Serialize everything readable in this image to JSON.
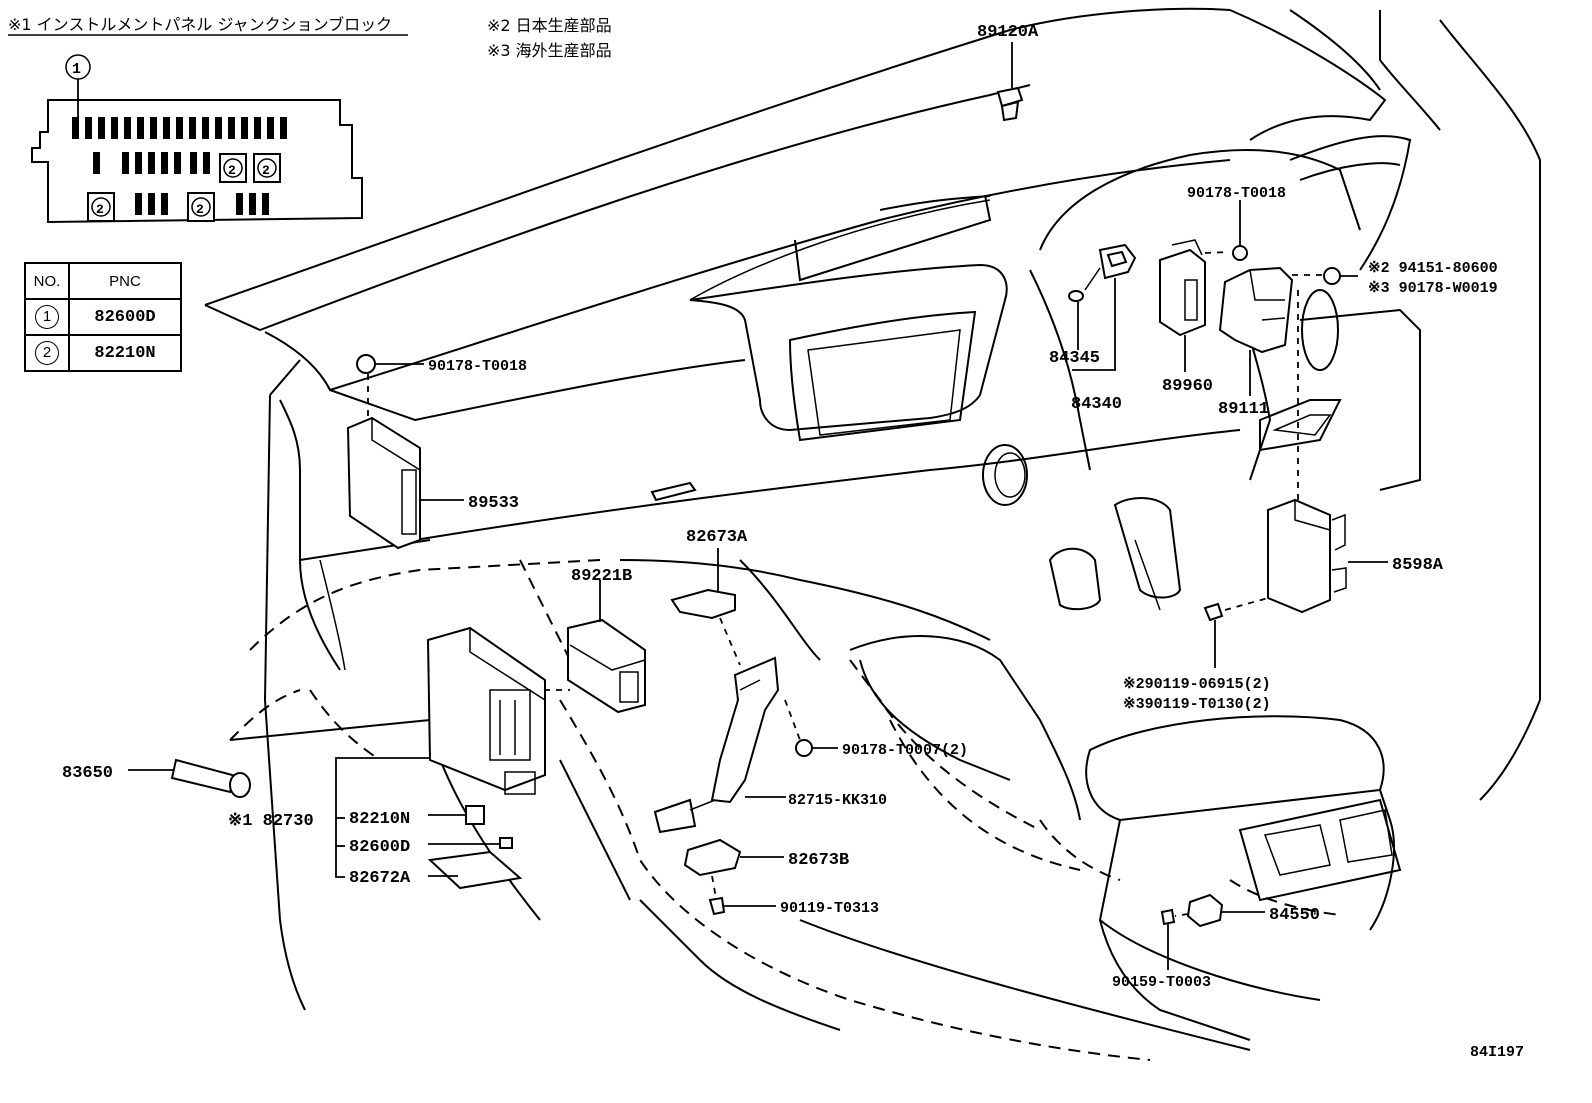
{
  "notes": {
    "note1": "※1 インストルメントパネル ジャンクションブロック",
    "note2": "※2 日本生産部品",
    "note3": "※3 海外生産部品"
  },
  "junction_block": {
    "callout": "1",
    "marker": "2"
  },
  "pnc_table": {
    "headers": [
      "NO.",
      "PNC"
    ],
    "rows": [
      {
        "no": "1",
        "pnc": "82600D"
      },
      {
        "no": "2",
        "pnc": "82210N"
      }
    ]
  },
  "labels": {
    "l89120A": "89120A",
    "l90178T0018_top": "90178-T0018",
    "l94151": "※2 94151-80600",
    "l90178W0019": "※3 90178-W0019",
    "l90178T0018_left": "90178-T0018",
    "l84345": "84345",
    "l84340": "84340",
    "l89960": "89960",
    "l89111": "89111",
    "l89533": "89533",
    "l82673A": "82673A",
    "l89221B": "89221B",
    "l8598A": "8598A",
    "l90119_06915": "※290119-06915(2)",
    "l90119_T0130": "※390119-T0130(2)",
    "l90178T0007": "90178-T0007(2)",
    "l83650": "83650",
    "l82730": "※1 82730",
    "l82210N": "82210N",
    "l82600D": "82600D",
    "l82672A": "82672A",
    "l82715": "82715-KK310",
    "l82673B": "82673B",
    "l90119T0313": "90119-T0313",
    "l84550": "84550",
    "l90159T0003": "90159-T0003",
    "figure_id": "84I197"
  }
}
